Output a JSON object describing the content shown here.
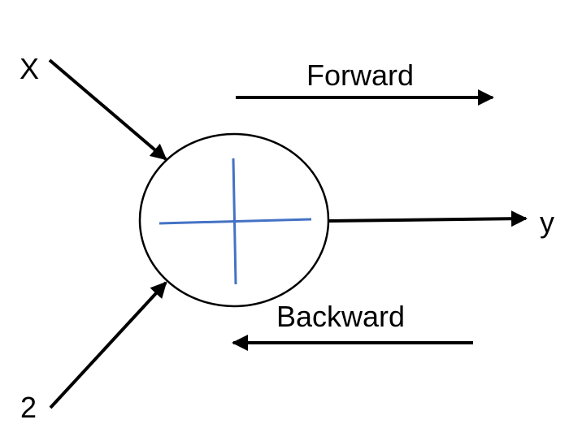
{
  "diagram": {
    "inputs": [
      {
        "label": "X"
      },
      {
        "label": "2"
      }
    ],
    "output": {
      "label": "y"
    },
    "node": {
      "operation": "+"
    },
    "directions": {
      "forward": "Forward",
      "backward": "Backward"
    },
    "colors": {
      "arrow": "#000000",
      "node_outline": "#000000",
      "plus_sign": "#4472C4",
      "background": "#ffffff"
    }
  }
}
